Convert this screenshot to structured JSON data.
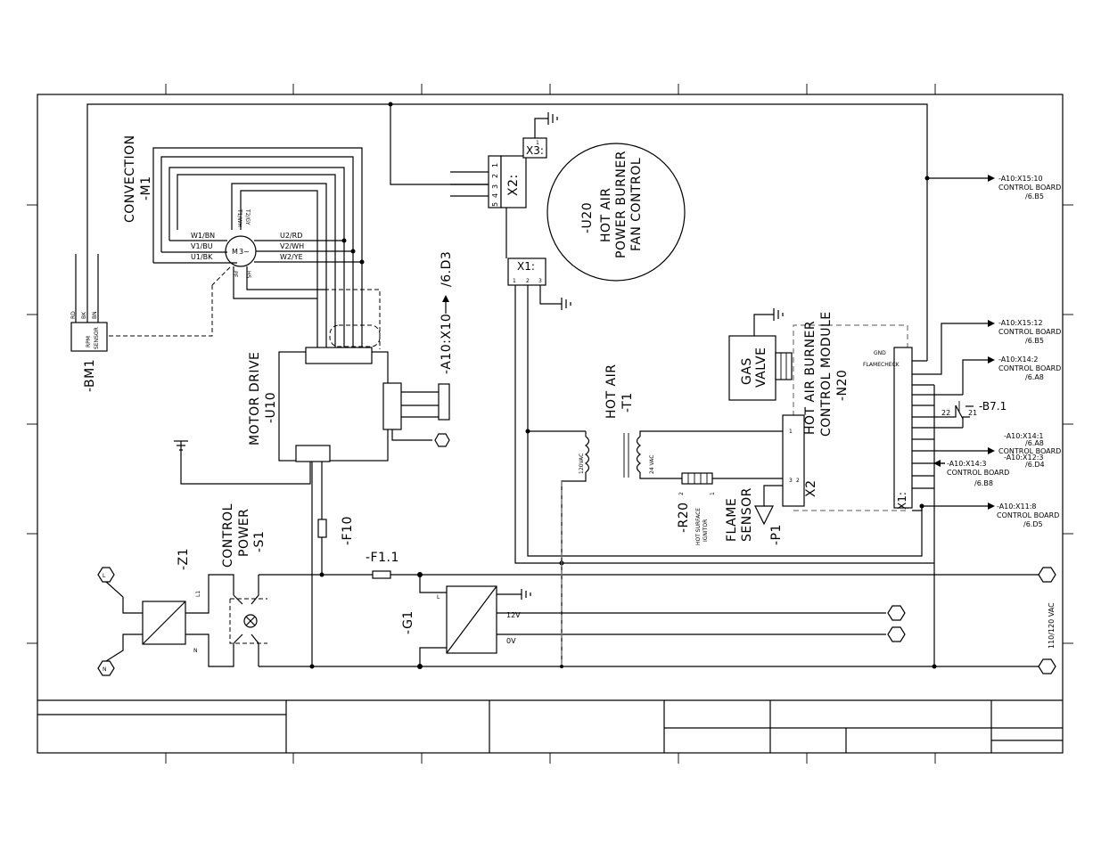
{
  "components": {
    "convection_motor": {
      "name": "CONVECTION",
      "ref": "-M1",
      "left_terminals": [
        "W1/BN",
        "V1/BU",
        "U1/BK"
      ],
      "right_terminals": [
        "U2/RD",
        "V2/WH",
        "W2/YE"
      ],
      "top_terminals": [
        "T1/WH",
        "T2/GY"
      ],
      "bottom_terminals": [
        "PE",
        "HS"
      ],
      "symbol": "M",
      "phase": "3~"
    },
    "rpm_sensor": {
      "ref": "-BM1",
      "label_line1": "RPM",
      "label_line2": "SENSOR",
      "wires": [
        "RD",
        "BK",
        "BN"
      ]
    },
    "motor_drive": {
      "name": "MOTOR DRIVE",
      "ref": "-U10"
    },
    "drive_ref": {
      "text": "-A10:X10",
      "page": "/6.D3"
    },
    "fan_control": {
      "ref": "-U20",
      "line1": "HOT AIR",
      "line2": "POWER BURNER",
      "line3": "FAN CONTROL"
    },
    "x2_connector": {
      "label": "X2:",
      "pins": [
        "5",
        "4",
        "3",
        "2",
        "1"
      ]
    },
    "x3_connector": {
      "label": "X3:",
      "pin": "1"
    },
    "x1_connector": {
      "label": "X1:",
      "pins": [
        "1",
        "2",
        "3"
      ]
    },
    "transformer": {
      "name": "HOT AIR",
      "ref": "-T1",
      "primary": "120VAC",
      "secondary": "24 VAC"
    },
    "ignitor": {
      "ref": "-R20",
      "line1": "HOT SURFACE",
      "line2": "IGNITOR",
      "pin_a": "2",
      "pin_b": "1"
    },
    "flame_sensor": {
      "line1": "FLAME",
      "line2": "SENSOR",
      "ref": "-P1"
    },
    "gas_valve": {
      "line1": "GAS",
      "line2": "VALVE"
    },
    "burner_module": {
      "line1": "HOT AIR BURNER",
      "line2": "CONTROL MODULE",
      "ref": "-N20",
      "x2_label": "X2",
      "x2_pins": [
        "1",
        "3",
        "2"
      ],
      "x1_label": "X1:",
      "gnd": "GND",
      "flamecheck": "FLAMECHECK"
    },
    "thermostat": {
      "ref": "-B7.1",
      "pin_a": "22",
      "pin_b": "21"
    },
    "filter": {
      "ref": "-Z1",
      "l1": "L1",
      "n": "N"
    },
    "control_power": {
      "line1": "CONTROL",
      "line2": "POWER",
      "ref": "-S1"
    },
    "fuse_f10": {
      "ref": "-F10"
    },
    "fuse_f11": {
      "ref": "-F1.1"
    },
    "power_supply": {
      "ref": "-G1",
      "l": "L",
      "v12": "12V",
      "v0": "0V"
    },
    "supply_label": "110/120 VAC",
    "terminals": {
      "L": "L",
      "N": "N"
    }
  },
  "cross_refs": [
    {
      "ref": "-A10:X15:10",
      "desc": "CONTROL BOARD",
      "page": "/6.B5"
    },
    {
      "ref": "-A10:X15:12",
      "desc": "CONTROL BOARD",
      "page": "/6.B5"
    },
    {
      "ref": "-A10:X14:2",
      "desc": "CONTROL BOARD",
      "page": "/6.A8"
    },
    {
      "ref": "-A10:X14:1",
      "desc": "CONTROL BOARD",
      "page": "/6.A8"
    },
    {
      "ref": "-A10:X12:3",
      "desc": "",
      "page": "/6.D4"
    },
    {
      "ref": "-A10:X14:3",
      "desc": "CONTROL BOARD",
      "page": "/6.B8"
    },
    {
      "ref": "-A10:X11:8",
      "desc": "CONTROL BOARD",
      "page": "/6.D5"
    }
  ]
}
